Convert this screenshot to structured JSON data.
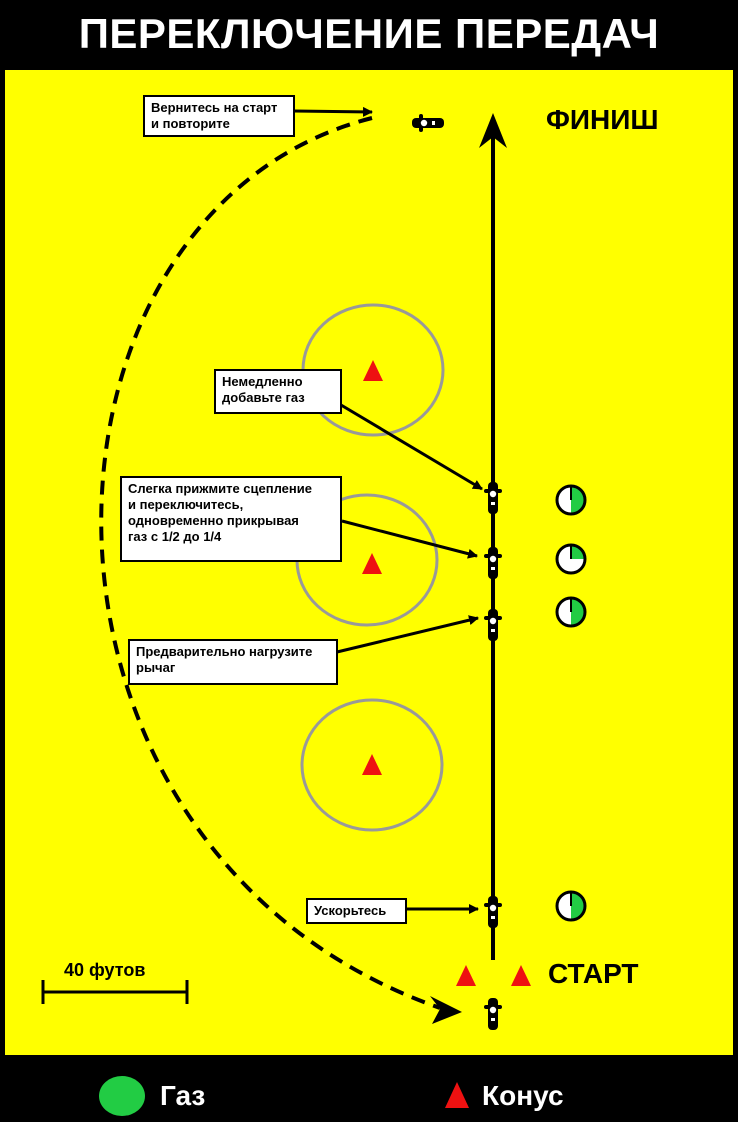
{
  "title": "ПЕРЕКЛЮЧЕНИЕ ПЕРЕДАЧ",
  "labels": {
    "finish": "ФИНИШ",
    "start": "СТАРТ",
    "scale": "40 футов"
  },
  "callouts": {
    "return": "Вернитесь на старт\nи повторите",
    "add_gas": "Немедленно\nдобавьте газ",
    "shift": "Слегка прижмите сцепление\nи переключитесь,\nодновременно прикрывая\nгаз с 1/2 до  1/4",
    "preload": "Предварительно нагрузите\nрычаг",
    "accelerate": "Ускорьтесь"
  },
  "legend": {
    "gas": "Газ",
    "cone": "Конус"
  },
  "throttle_levels": [
    0.5,
    0.25,
    0.5,
    0.5
  ],
  "colors": {
    "field": "#ffff00",
    "background": "#000000",
    "gas": "#22cc44",
    "cone": "#ee1111",
    "circle": "#999999"
  }
}
